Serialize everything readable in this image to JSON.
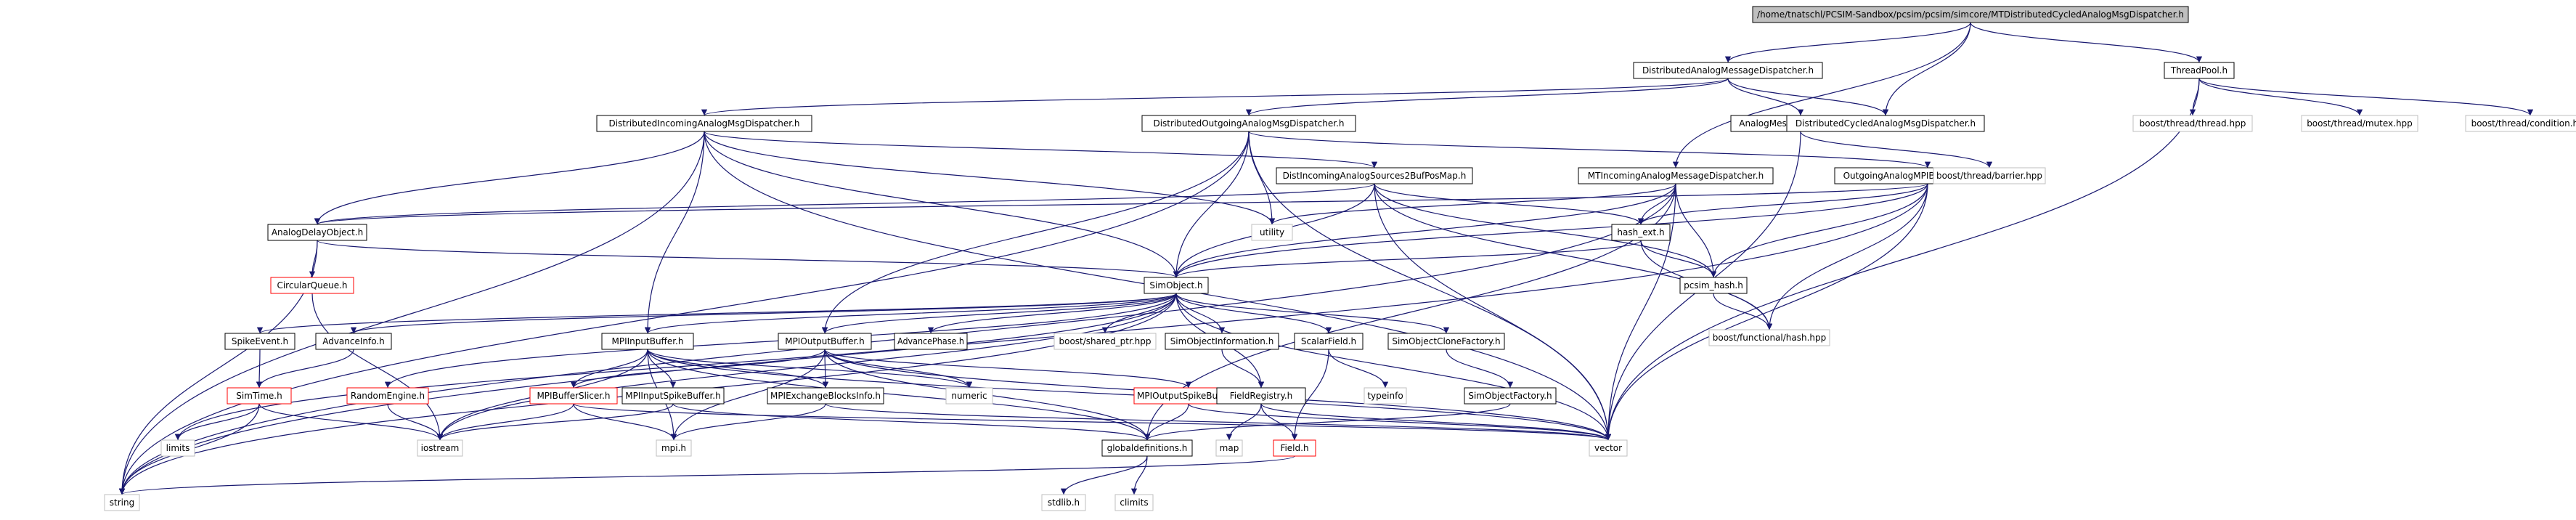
{
  "graph": {
    "nodes": [
      {
        "id": "root",
        "label": "/home/tnatschl/PCSIM-Sandbox/pcsim/pcsim/simcore/MTDistributedCycledAnalogMsgDispatcher.h",
        "style": "root"
      },
      {
        "id": "damd",
        "label": "DistributedAnalogMessageDispatcher.h",
        "style": "normal"
      },
      {
        "id": "tp",
        "label": "ThreadPool.h",
        "style": "normal"
      },
      {
        "id": "diamd",
        "label": "DistributedIncomingAnalogMsgDispatcher.h",
        "style": "normal"
      },
      {
        "id": "doamd",
        "label": "DistributedOutgoingAnalogMsgDispatcher.h",
        "style": "normal"
      },
      {
        "id": "amd",
        "label": "AnalogMessageDispatcher.h",
        "style": "normal"
      },
      {
        "id": "dcamd",
        "label": "DistributedCycledAnalogMsgDispatcher.h",
        "style": "normal"
      },
      {
        "id": "bthread",
        "label": "boost/thread/thread.hpp",
        "style": "ext"
      },
      {
        "id": "bmutex",
        "label": "boost/thread/mutex.hpp",
        "style": "ext"
      },
      {
        "id": "bcond",
        "label": "boost/thread/condition.hpp",
        "style": "ext"
      },
      {
        "id": "dias",
        "label": "DistIncomingAnalogSources2BufPosMap.h",
        "style": "normal"
      },
      {
        "id": "mtiamd",
        "label": "MTIncomingAnalogMessageDispatcher.h",
        "style": "normal"
      },
      {
        "id": "oabs",
        "label": "OutgoingAnalogMPIBufferSourcesSet.h",
        "style": "normal"
      },
      {
        "id": "bbarrier",
        "label": "boost/thread/barrier.hpp",
        "style": "ext"
      },
      {
        "id": "ado",
        "label": "AnalogDelayObject.h",
        "style": "normal"
      },
      {
        "id": "utility",
        "label": "utility",
        "style": "ext"
      },
      {
        "id": "hashext",
        "label": "hash_ext.h",
        "style": "normal"
      },
      {
        "id": "cq",
        "label": "CircularQueue.h",
        "style": "red"
      },
      {
        "id": "simobj",
        "label": "SimObject.h",
        "style": "normal"
      },
      {
        "id": "pcsimhash",
        "label": "pcsim_hash.h",
        "style": "normal"
      },
      {
        "id": "bfh",
        "label": "boost/functional/hash.hpp",
        "style": "ext"
      },
      {
        "id": "spike",
        "label": "SpikeEvent.h",
        "style": "normal"
      },
      {
        "id": "advinfo",
        "label": "AdvanceInfo.h",
        "style": "normal"
      },
      {
        "id": "mpiin",
        "label": "MPIInputBuffer.h",
        "style": "normal"
      },
      {
        "id": "mpiout",
        "label": "MPIOutputBuffer.h",
        "style": "normal"
      },
      {
        "id": "advphase",
        "label": "AdvancePhase.h",
        "style": "normal"
      },
      {
        "id": "bsp",
        "label": "boost/shared_ptr.hpp",
        "style": "ext"
      },
      {
        "id": "soi",
        "label": "SimObjectInformation.h",
        "style": "normal"
      },
      {
        "id": "sf",
        "label": "ScalarField.h",
        "style": "normal"
      },
      {
        "id": "socf",
        "label": "SimObjectCloneFactory.h",
        "style": "normal"
      },
      {
        "id": "simtime",
        "label": "SimTime.h",
        "style": "red"
      },
      {
        "id": "re",
        "label": "RandomEngine.h",
        "style": "red"
      },
      {
        "id": "mbs",
        "label": "MPIBufferSlicer.h",
        "style": "red"
      },
      {
        "id": "miss",
        "label": "MPIInputSpikeBuffer.h",
        "style": "normal"
      },
      {
        "id": "mebi",
        "label": "MPIExchangeBlocksInfo.h",
        "style": "normal"
      },
      {
        "id": "numeric",
        "label": "numeric",
        "style": "ext"
      },
      {
        "id": "moss",
        "label": "MPIOutputSpikeBuffer.h",
        "style": "red"
      },
      {
        "id": "freg",
        "label": "FieldRegistry.h",
        "style": "normal"
      },
      {
        "id": "typeinfo",
        "label": "typeinfo",
        "style": "ext"
      },
      {
        "id": "sof",
        "label": "SimObjectFactory.h",
        "style": "normal"
      },
      {
        "id": "limits",
        "label": "limits",
        "style": "ext"
      },
      {
        "id": "iostream",
        "label": "iostream",
        "style": "ext"
      },
      {
        "id": "mpih",
        "label": "mpi.h",
        "style": "ext"
      },
      {
        "id": "gd",
        "label": "globaldefinitions.h",
        "style": "normal"
      },
      {
        "id": "map",
        "label": "map",
        "style": "ext"
      },
      {
        "id": "field",
        "label": "Field.h",
        "style": "red"
      },
      {
        "id": "vector",
        "label": "vector",
        "style": "ext"
      },
      {
        "id": "string",
        "label": "string",
        "style": "ext"
      },
      {
        "id": "stdlib",
        "label": "stdlib.h",
        "style": "ext"
      },
      {
        "id": "climits",
        "label": "climits",
        "style": "ext"
      }
    ],
    "edges": [
      [
        "root",
        "damd"
      ],
      [
        "root",
        "dcamd"
      ],
      [
        "root",
        "mtiamd"
      ],
      [
        "root",
        "tp"
      ],
      [
        "damd",
        "diamd"
      ],
      [
        "damd",
        "doamd"
      ],
      [
        "damd",
        "amd"
      ],
      [
        "damd",
        "dcamd"
      ],
      [
        "tp",
        "bthread"
      ],
      [
        "tp",
        "bmutex"
      ],
      [
        "tp",
        "bcond"
      ],
      [
        "tp",
        "vector"
      ],
      [
        "diamd",
        "dias"
      ],
      [
        "diamd",
        "ado"
      ],
      [
        "diamd",
        "utility"
      ],
      [
        "diamd",
        "simobj"
      ],
      [
        "diamd",
        "string"
      ],
      [
        "diamd",
        "vector"
      ],
      [
        "diamd",
        "mpiin"
      ],
      [
        "doamd",
        "oabs"
      ],
      [
        "doamd",
        "utility"
      ],
      [
        "doamd",
        "simobj"
      ],
      [
        "doamd",
        "string"
      ],
      [
        "doamd",
        "vector"
      ],
      [
        "doamd",
        "mpiout"
      ],
      [
        "amd",
        "bbarrier"
      ],
      [
        "amd",
        "vector"
      ],
      [
        "dias",
        "hashext"
      ],
      [
        "dias",
        "pcsimhash"
      ],
      [
        "dias",
        "bfh"
      ],
      [
        "dias",
        "ado"
      ],
      [
        "dias",
        "simobj"
      ],
      [
        "dias",
        "vector"
      ],
      [
        "mtiamd",
        "utility"
      ],
      [
        "mtiamd",
        "hashext"
      ],
      [
        "mtiamd",
        "pcsimhash"
      ],
      [
        "mtiamd",
        "simobj"
      ],
      [
        "mtiamd",
        "vector"
      ],
      [
        "mtiamd",
        "gd"
      ],
      [
        "mtiamd",
        "string"
      ],
      [
        "oabs",
        "hashext"
      ],
      [
        "oabs",
        "pcsimhash"
      ],
      [
        "oabs",
        "bfh"
      ],
      [
        "oabs",
        "simobj"
      ],
      [
        "oabs",
        "vector"
      ],
      [
        "oabs",
        "string"
      ],
      [
        "oabs",
        "ado"
      ],
      [
        "ado",
        "cq"
      ],
      [
        "ado",
        "simobj"
      ],
      [
        "ado",
        "string"
      ],
      [
        "hashext",
        "pcsimhash"
      ],
      [
        "hashext",
        "bfh"
      ],
      [
        "hashext",
        "simobj"
      ],
      [
        "pcsimhash",
        "bfh"
      ],
      [
        "cq",
        "iostream"
      ],
      [
        "simobj",
        "spike"
      ],
      [
        "simobj",
        "advinfo"
      ],
      [
        "simobj",
        "mpiin"
      ],
      [
        "simobj",
        "mpiout"
      ],
      [
        "simobj",
        "advphase"
      ],
      [
        "simobj",
        "bsp"
      ],
      [
        "simobj",
        "soi"
      ],
      [
        "simobj",
        "sf"
      ],
      [
        "simobj",
        "socf"
      ],
      [
        "simobj",
        "freg"
      ],
      [
        "simobj",
        "vector"
      ],
      [
        "simobj",
        "re"
      ],
      [
        "simobj",
        "iostream"
      ],
      [
        "simobj",
        "limits"
      ],
      [
        "simobj",
        "string"
      ],
      [
        "spike",
        "simtime"
      ],
      [
        "advinfo",
        "simtime"
      ],
      [
        "mpiin",
        "mbs"
      ],
      [
        "mpiin",
        "miss"
      ],
      [
        "mpiin",
        "mebi"
      ],
      [
        "mpiin",
        "numeric"
      ],
      [
        "mpiin",
        "mpih"
      ],
      [
        "mpiin",
        "gd"
      ],
      [
        "mpiin",
        "iostream"
      ],
      [
        "mpiin",
        "vector"
      ],
      [
        "mpiout",
        "mbs"
      ],
      [
        "mpiout",
        "mebi"
      ],
      [
        "mpiout",
        "numeric"
      ],
      [
        "mpiout",
        "moss"
      ],
      [
        "mpiout",
        "mpih"
      ],
      [
        "mpiout",
        "gd"
      ],
      [
        "mpiout",
        "vector"
      ],
      [
        "soi",
        "freg"
      ],
      [
        "sf",
        "field"
      ],
      [
        "sf",
        "typeinfo"
      ],
      [
        "socf",
        "sof"
      ],
      [
        "sof",
        "gd"
      ],
      [
        "simtime",
        "limits"
      ],
      [
        "simtime",
        "iostream"
      ],
      [
        "simtime",
        "string"
      ],
      [
        "re",
        "iostream"
      ],
      [
        "mbs",
        "mpih"
      ],
      [
        "mbs",
        "iostream"
      ],
      [
        "mbs",
        "vector"
      ],
      [
        "miss",
        "gd"
      ],
      [
        "miss",
        "iostream"
      ],
      [
        "mebi",
        "mpih"
      ],
      [
        "mebi",
        "vector"
      ],
      [
        "moss",
        "gd"
      ],
      [
        "moss",
        "vector"
      ],
      [
        "freg",
        "map"
      ],
      [
        "freg",
        "field"
      ],
      [
        "freg",
        "vector"
      ],
      [
        "field",
        "string"
      ],
      [
        "gd",
        "stdlib"
      ],
      [
        "gd",
        "climits"
      ]
    ]
  }
}
